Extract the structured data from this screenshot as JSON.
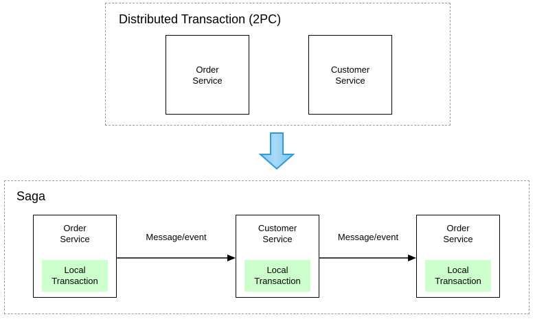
{
  "diagram": {
    "title_2pc": "Distributed Transaction (2PC)",
    "title_saga": "Saga",
    "transition_arrow": "down-arrow",
    "colors": {
      "arrow_fill": "#9dd4f3",
      "arrow_stroke": "#2e9bd6",
      "local_transaction_fill": "#ccffcc",
      "box_stroke": "#000000",
      "group_stroke": "#9a9a9a",
      "background": "#ffffff"
    }
  },
  "two_pc": {
    "title": "Distributed Transaction (2PC)",
    "services": [
      {
        "name": "Order\nService"
      },
      {
        "name": "Customer\nService"
      }
    ]
  },
  "saga": {
    "title": "Saga",
    "participants": [
      {
        "name": "Order\nService",
        "local_transaction": "Local\nTransaction"
      },
      {
        "name": "Customer\nService",
        "local_transaction": "Local\nTransaction"
      },
      {
        "name": "Order\nService",
        "local_transaction": "Local\nTransaction"
      }
    ],
    "flows": [
      {
        "label": "Message/event"
      },
      {
        "label": "Message/event"
      }
    ]
  }
}
